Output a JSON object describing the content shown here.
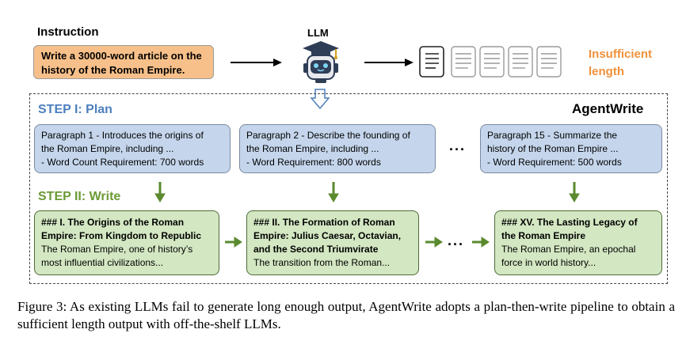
{
  "instruction": {
    "label": "Instruction",
    "text_line1": "Write a 30000-word article on the",
    "text_line2": "history of the Roman Empire."
  },
  "llm": {
    "label": "LLM"
  },
  "insufficient": {
    "line1": "Insufficient",
    "line2": "length"
  },
  "agentwrite": {
    "title": "AgentWrite",
    "step1_label": "STEP I: Plan",
    "step2_label": "STEP II: Write",
    "plans": [
      {
        "line1": "Paragraph 1 - Introduces the origins of",
        "line2": "the Roman Empire, including ...",
        "line3": "- Word Count Requirement: 700 words"
      },
      {
        "line1": "Paragraph 2 - Describe the founding of",
        "line2": "the Roman Empire, including ...",
        "line3": "- Word Requirement: 800 words"
      },
      {
        "line1": "Paragraph 15 - Summarize the",
        "line2": "history of the Roman Empire ...",
        "line3": "- Word Requirement: 500 words"
      }
    ],
    "plan_ellipsis": "...",
    "writes": [
      {
        "h1": "### I. The Origins of the Roman",
        "h2": "Empire: From Kingdom to Republic",
        "h3": "",
        "t1": "The Roman Empire, one of history’s",
        "t2": "most influential civilizations..."
      },
      {
        "h1": "### II. The Formation of Roman",
        "h2": "Empire: Julius Caesar, Octavian,",
        "h3": "and the Second Triumvirate",
        "t1": "The transition from the Roman...",
        "t2": ""
      },
      {
        "h1": "### XV. The Lasting Legacy of",
        "h2": "the Roman Empire",
        "h3": "",
        "t1": "The Roman Empire, an epochal",
        "t2": "force in world history..."
      }
    ],
    "write_ellipsis": "..."
  },
  "caption": "Figure 3: As existing LLMs fail to generate long enough output, AgentWrite adopts a plan-then-write pipeline to obtain a sufficient length output with off-the-shelf LLMs.",
  "colors": {
    "instruction_fill": "#f7c08a",
    "plan_fill": "#c5d6ec",
    "write_fill": "#d3e7c2",
    "step1_text": "#4d7fbf",
    "step2_text": "#6c9a35",
    "insufficient_text": "#f0913a",
    "green_arrow": "#5a8a2e"
  },
  "icons": [
    "robot-graduation-icon",
    "scroll-icon"
  ]
}
